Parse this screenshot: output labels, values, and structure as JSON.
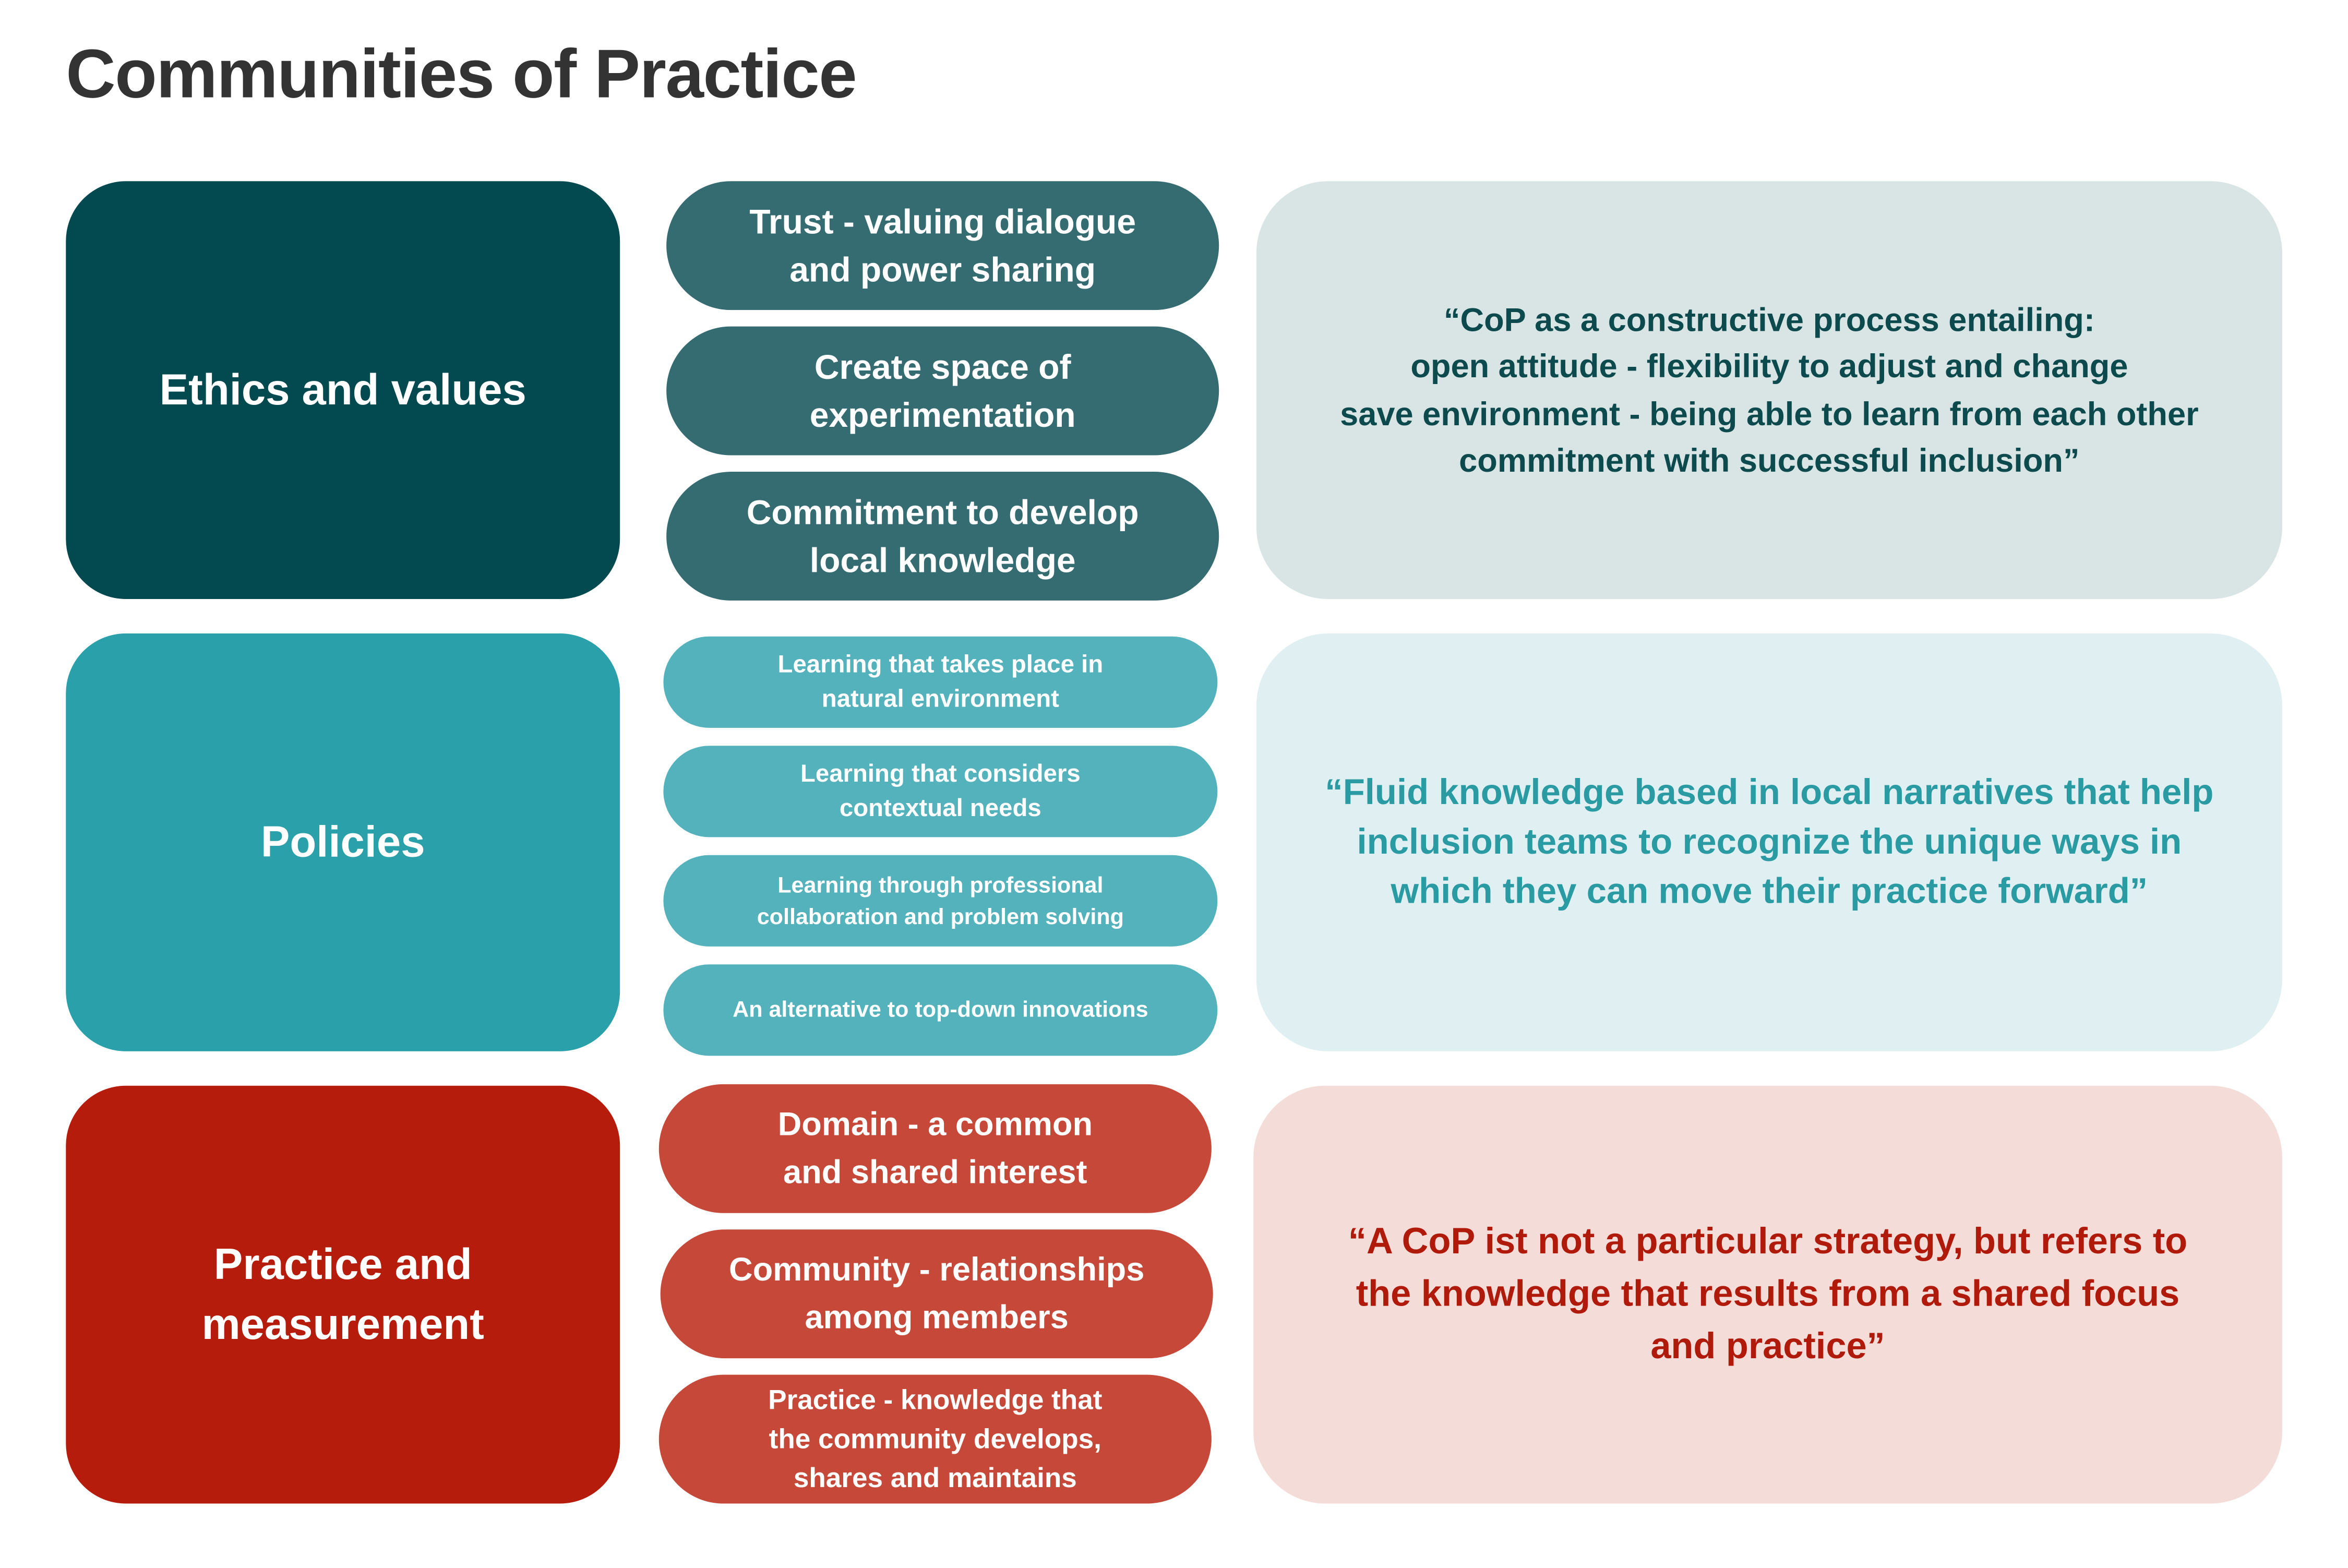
{
  "title": "Communities of Practice",
  "rows": [
    {
      "category": "Ethics and values",
      "items": [
        "Trust - valuing dialogue and power sharing",
        "Create space of experimentation",
        "Commitment to develop local knowledge"
      ],
      "quote_lines": [
        "“CoP as a constructive process entailing:",
        "open attitude - flexibility to adjust and change",
        "save environment - being able to learn from each other",
        "commitment with successful inclusion”"
      ],
      "colors": {
        "category": "#034a50",
        "item": "#356c71",
        "quote_bg": "#d9e5e5",
        "quote_text": "#0d4a4e"
      }
    },
    {
      "category": "Policies",
      "items": [
        "Learning that takes place in natural environment",
        "Learning that considers contextual needs",
        "Learning through professional collaboration and problem solving",
        "An alternative to top-down innovations"
      ],
      "quote_lines": [
        "“Fluid knowledge based in local narratives that help",
        "inclusion teams to recognize the unique ways in",
        "which they can move their practice forward”"
      ],
      "colors": {
        "category": "#29a0aa",
        "item": "#53b2bb",
        "quote_bg": "#e0f0f2",
        "quote_text": "#2a9aa3"
      }
    },
    {
      "category": "Practice and measurement",
      "items": [
        "Domain - a common and shared interest",
        "Community - relationships among members",
        "Practice - knowledge that the community develops, shares and maintains"
      ],
      "quote_lines": [
        "“A CoP ist not a particular strategy, but refers to",
        "the knowledge that results from a shared focus",
        "and practice”"
      ],
      "colors": {
        "category": "#b51c0c",
        "item": "#c54838",
        "quote_bg": "#f4dcd9",
        "quote_text": "#b01a0a"
      }
    }
  ]
}
